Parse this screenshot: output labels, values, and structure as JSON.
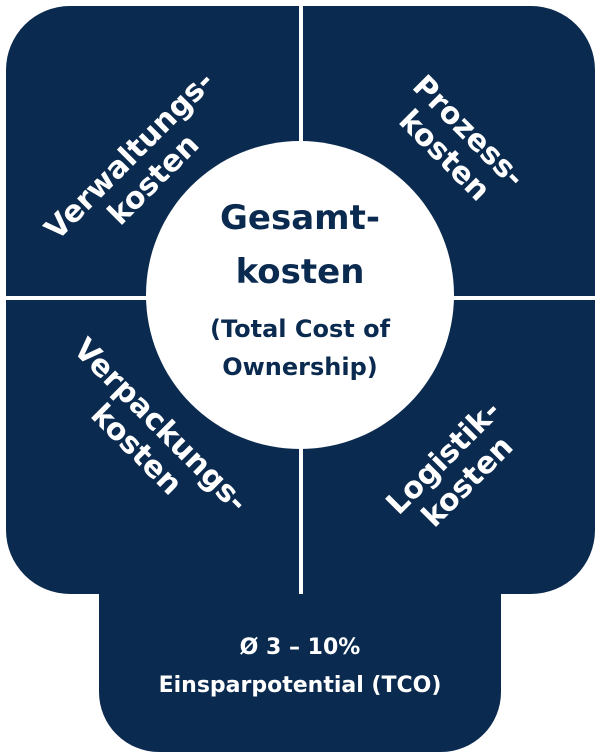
{
  "center": {
    "title_line1": "Gesamt-",
    "title_line2": "kosten",
    "subtitle_line1": "(Total Cost of",
    "subtitle_line2": "Ownership)"
  },
  "quadrants": {
    "top_left": {
      "line1": "Verwaltungs-",
      "line2": "kosten"
    },
    "top_right": {
      "line1": "Prozess-",
      "line2": "kosten"
    },
    "bottom_left": {
      "line1": "Verpackungs-",
      "line2": "kosten"
    },
    "bottom_right": {
      "line1": "Logistik-",
      "line2": "kosten"
    }
  },
  "savings": {
    "range": "Ø 3 – 10%",
    "label": "Einsparpotential (TCO)"
  },
  "colors": {
    "navy": "#0b2a4f",
    "white": "#ffffff"
  }
}
